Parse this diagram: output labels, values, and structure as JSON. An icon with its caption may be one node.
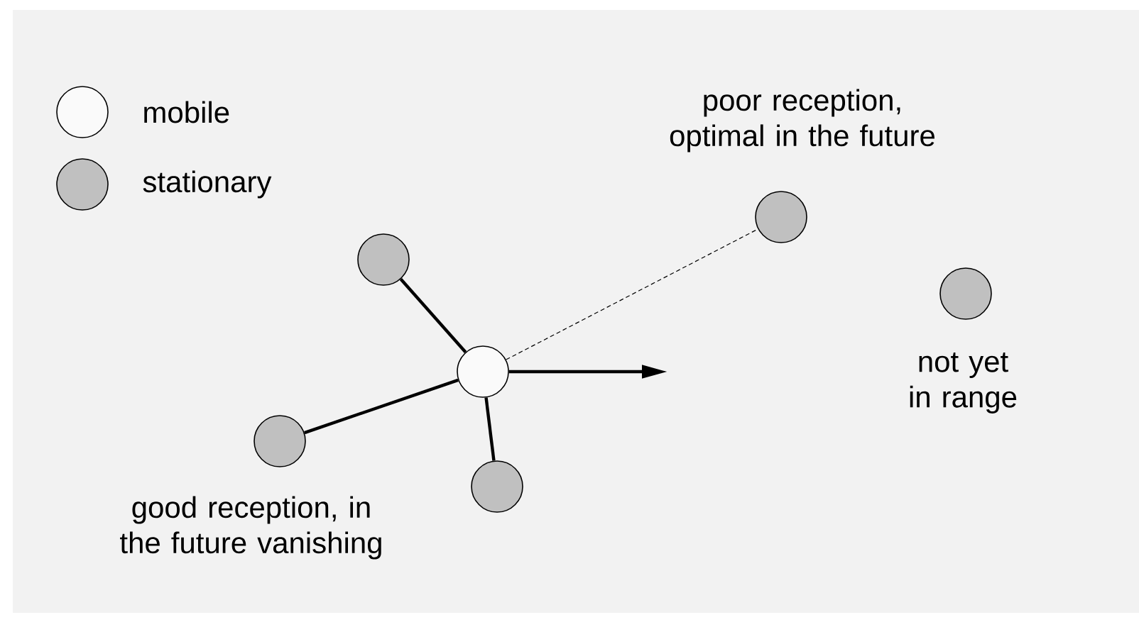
{
  "diagram": {
    "nodes": [
      {
        "text": [],
        "shape": "circle",
        "beside": [
          "poor reception, optimal in the future"
        ]
      },
      {
        "text": [],
        "shape": "circle"
      },
      {
        "text": [],
        "shape": "circle",
        "beside": [
          "not yet in range"
        ]
      },
      {
        "text": [],
        "shape": "circle"
      },
      {
        "text": [],
        "shape": "circle"
      },
      {
        "text": [],
        "shape": "circle"
      }
    ],
    "edges": [
      {
        "from": 3,
        "to": 0,
        "arrow": "none",
        "style": "dashed"
      },
      {
        "from": 1,
        "to": 3,
        "arrow": "none"
      },
      {
        "from": 4,
        "to": 3,
        "arrow": "none"
      },
      {
        "from": 5,
        "to": 3,
        "arrow": "none"
      },
      {
        "from": 3,
        "to": null,
        "arrow": "to"
      }
    ],
    "labels": [
      "good reception, in the future vanishing"
    ],
    "legend": [
      {
        "text": "mobile",
        "color": "#fafafa"
      },
      {
        "text": "stationary",
        "color": "#c0c0c0"
      }
    ]
  }
}
